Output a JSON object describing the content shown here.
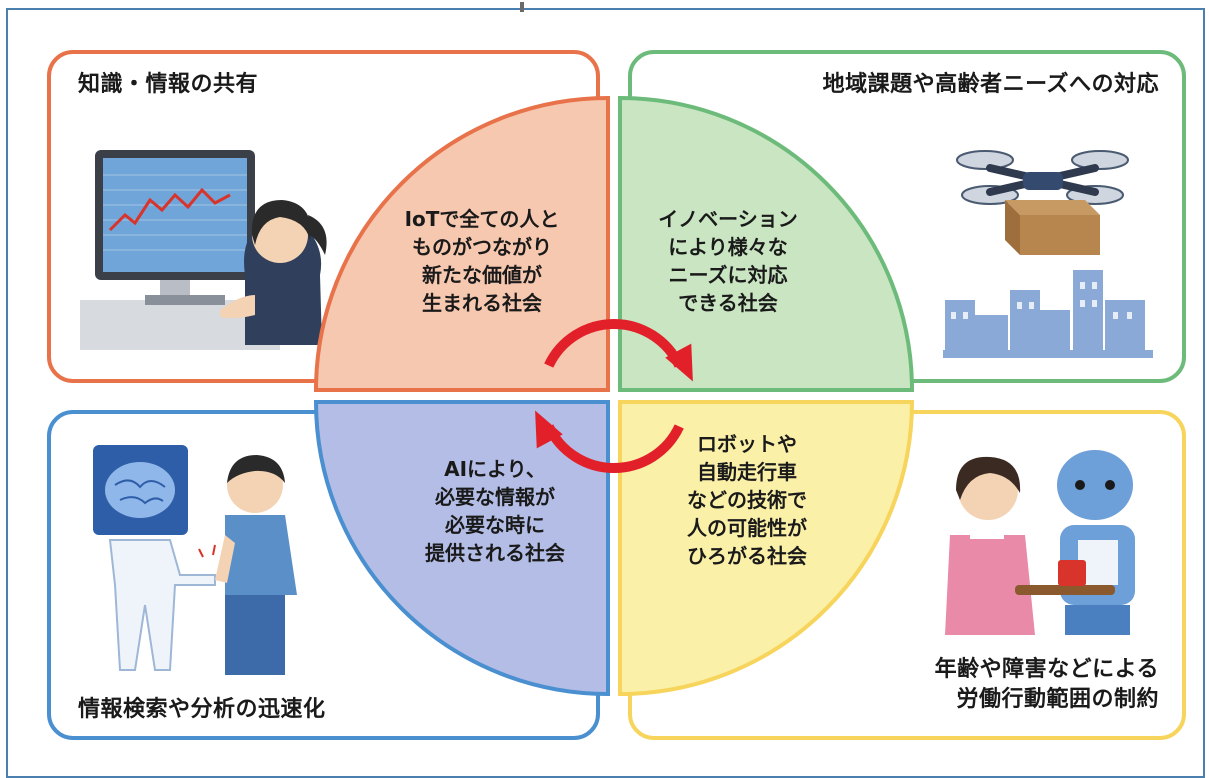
{
  "colors": {
    "frame": "#4a7fb0",
    "orange": "#e8734a",
    "green": "#6dbb7a",
    "blue": "#4a8fd0",
    "yellow": "#f7d45c",
    "orange_fill": "#f7c8b0",
    "green_fill": "#c9e5c2",
    "blue_fill": "#b3bde6",
    "yellow_fill": "#fbf0a8",
    "arrow": "#e2202a"
  },
  "cards": {
    "top_left": {
      "title": "知識・情報の共有",
      "illustration": "woman-at-computer"
    },
    "top_right": {
      "title": "地域課題や高齢者ニーズへの対応",
      "illustration": "drone-delivery-over-city"
    },
    "bottom_left": {
      "title": "情報検索や分析の迅速化",
      "illustration": "ai-handshake-with-man"
    },
    "bottom_right": {
      "title_line1": "年齢や障害などによる",
      "title_line2": "労働行動範囲の制約",
      "illustration": "robot-serving-woman"
    }
  },
  "quadrants": {
    "top_left": {
      "lines": [
        "IoTで全ての人と",
        "ものがつながり",
        "新たな価値が",
        "生まれる社会"
      ]
    },
    "top_right": {
      "lines": [
        "イノベーション",
        "により様々な",
        "ニーズに対応",
        "できる社会"
      ]
    },
    "bottom_left": {
      "lines": [
        "AIにより、",
        "必要な情報が",
        "必要な時に",
        "提供される社会"
      ]
    },
    "bottom_right": {
      "lines": [
        "ロボットや",
        "自動走行車",
        "などの技術で",
        "人の可能性が",
        "ひろがる社会"
      ]
    }
  },
  "center_icon": "cycle-arrows-icon"
}
